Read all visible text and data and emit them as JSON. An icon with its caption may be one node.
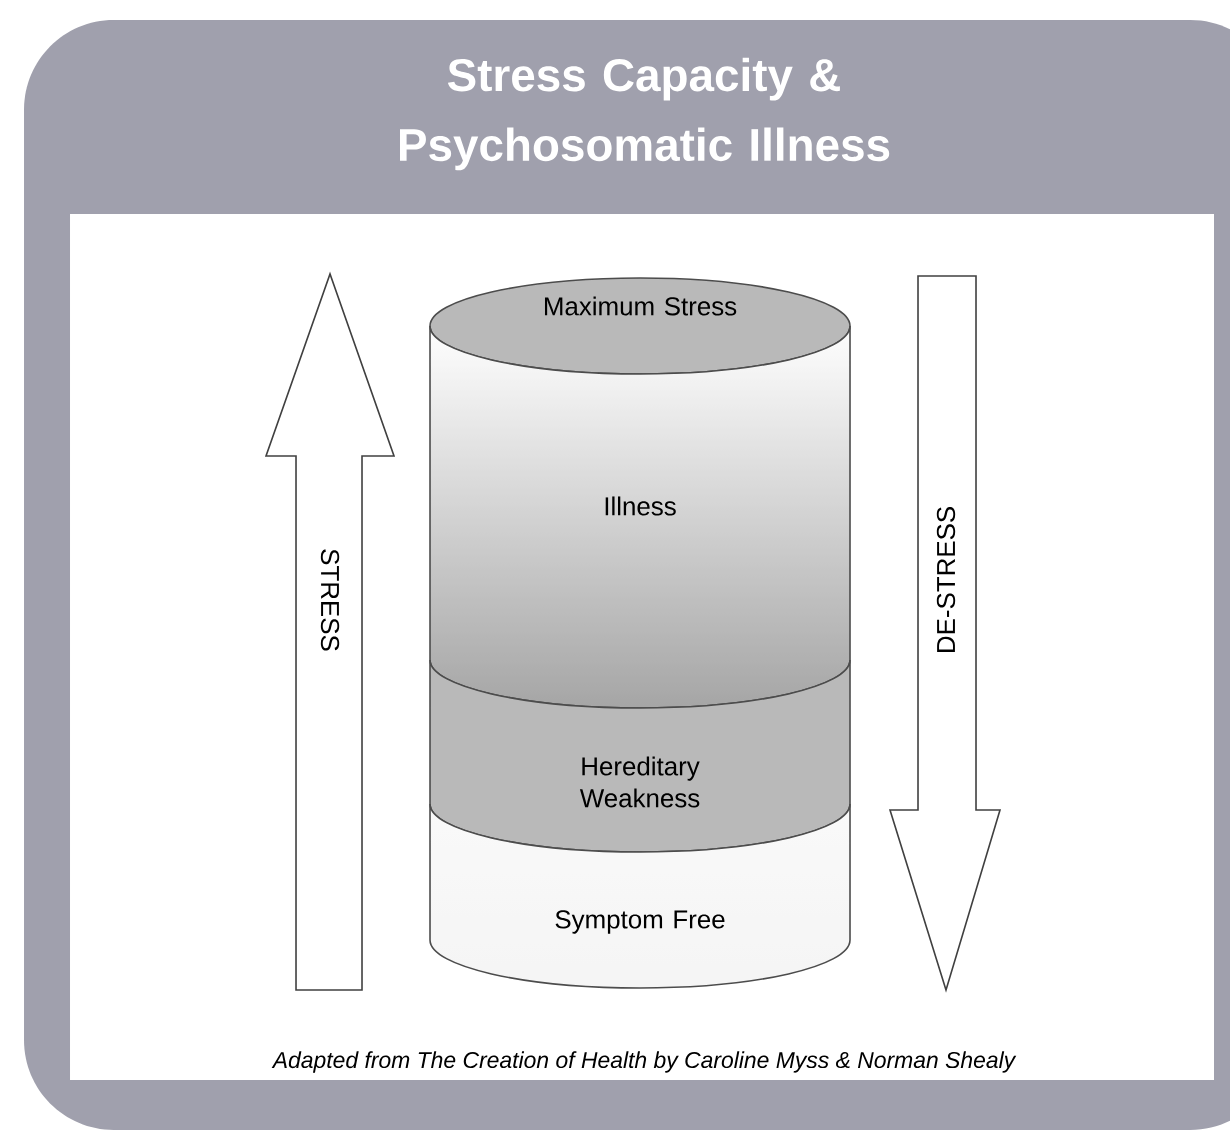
{
  "diagram": {
    "title": "Stress Capacity & Psychosomatic Illness",
    "nodes": [
      {
        "text": [
          "STRESS"
        ]
      },
      {
        "text": [
          "Maximum Stress"
        ]
      },
      {
        "text": [
          "Illness"
        ]
      },
      {
        "text": [
          "Hereditary Weakness"
        ]
      },
      {
        "text": [
          "Symptom Free"
        ]
      },
      {
        "text": [
          "DE-STRESS"
        ]
      }
    ],
    "caption": "Adapted from The Creation of Health by Caroline Myss & Norman Shealy"
  }
}
